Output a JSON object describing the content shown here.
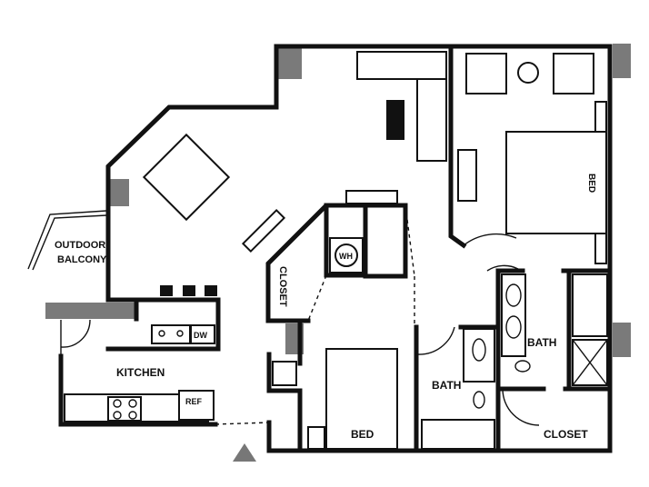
{
  "rooms": {
    "outdoor_balcony_line1": "OUTDOOR",
    "outdoor_balcony_line2": "BALCONY",
    "kitchen": "KITCHEN",
    "closet_hall": "CLOSET",
    "bed_main": "BED",
    "bed_second": "BED",
    "bath_main": "BATH",
    "bath_second": "BATH",
    "closet_main": "CLOSET"
  },
  "fixtures": {
    "water_heater": "WH",
    "dishwasher": "DW",
    "refrigerator": "REF"
  },
  "colors": {
    "walls": "#111111",
    "columns": "#7a7a7a",
    "background": "#ffffff"
  }
}
